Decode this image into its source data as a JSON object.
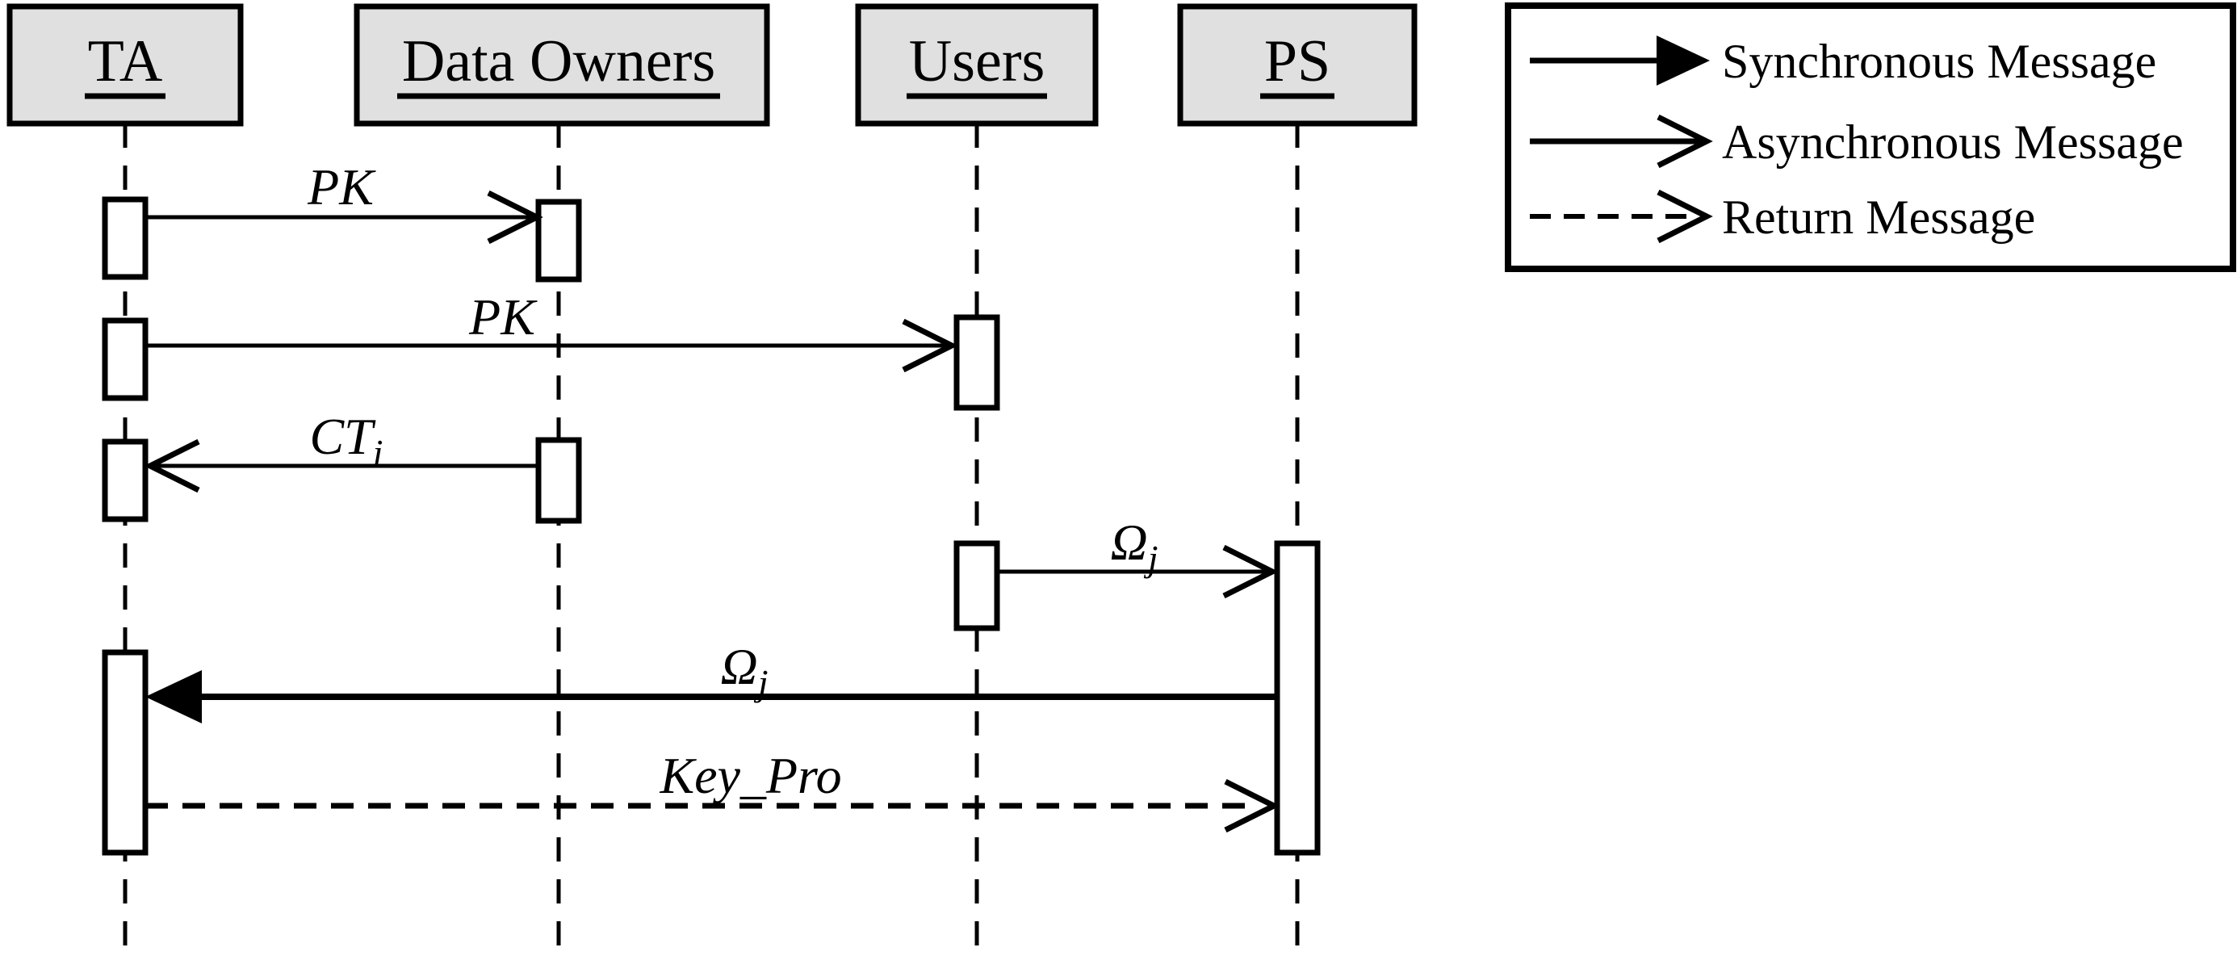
{
  "colors": {
    "line": "#000000",
    "actor_fill": "#e0e0e0",
    "background": "#ffffff"
  },
  "actors": [
    {
      "id": "ta",
      "label": "TA"
    },
    {
      "id": "data_owners",
      "label": "Data Owners"
    },
    {
      "id": "users",
      "label": "Users"
    },
    {
      "id": "ps",
      "label": "PS"
    }
  ],
  "messages": [
    {
      "label": "PK",
      "sub": "",
      "from": "TA",
      "to": "Data Owners",
      "type": "asynchronous"
    },
    {
      "label": "PK",
      "sub": "",
      "from": "TA",
      "to": "Users",
      "type": "asynchronous"
    },
    {
      "label": "CT",
      "sub": "i",
      "from": "Data Owners",
      "to": "TA",
      "type": "asynchronous"
    },
    {
      "label": "Ω",
      "sub": "j",
      "from": "Users",
      "to": "PS",
      "type": "asynchronous"
    },
    {
      "label": "Ω",
      "sub": "j",
      "from": "PS",
      "to": "TA",
      "type": "synchronous"
    },
    {
      "label": "Key_Pro",
      "sub": "",
      "from": "TA",
      "to": "PS",
      "type": "return"
    }
  ],
  "legend": {
    "items": [
      {
        "type": "synchronous",
        "label": "Synchronous Message"
      },
      {
        "type": "asynchronous",
        "label": "Asynchronous Message"
      },
      {
        "type": "return",
        "label": "Return Message"
      }
    ]
  }
}
